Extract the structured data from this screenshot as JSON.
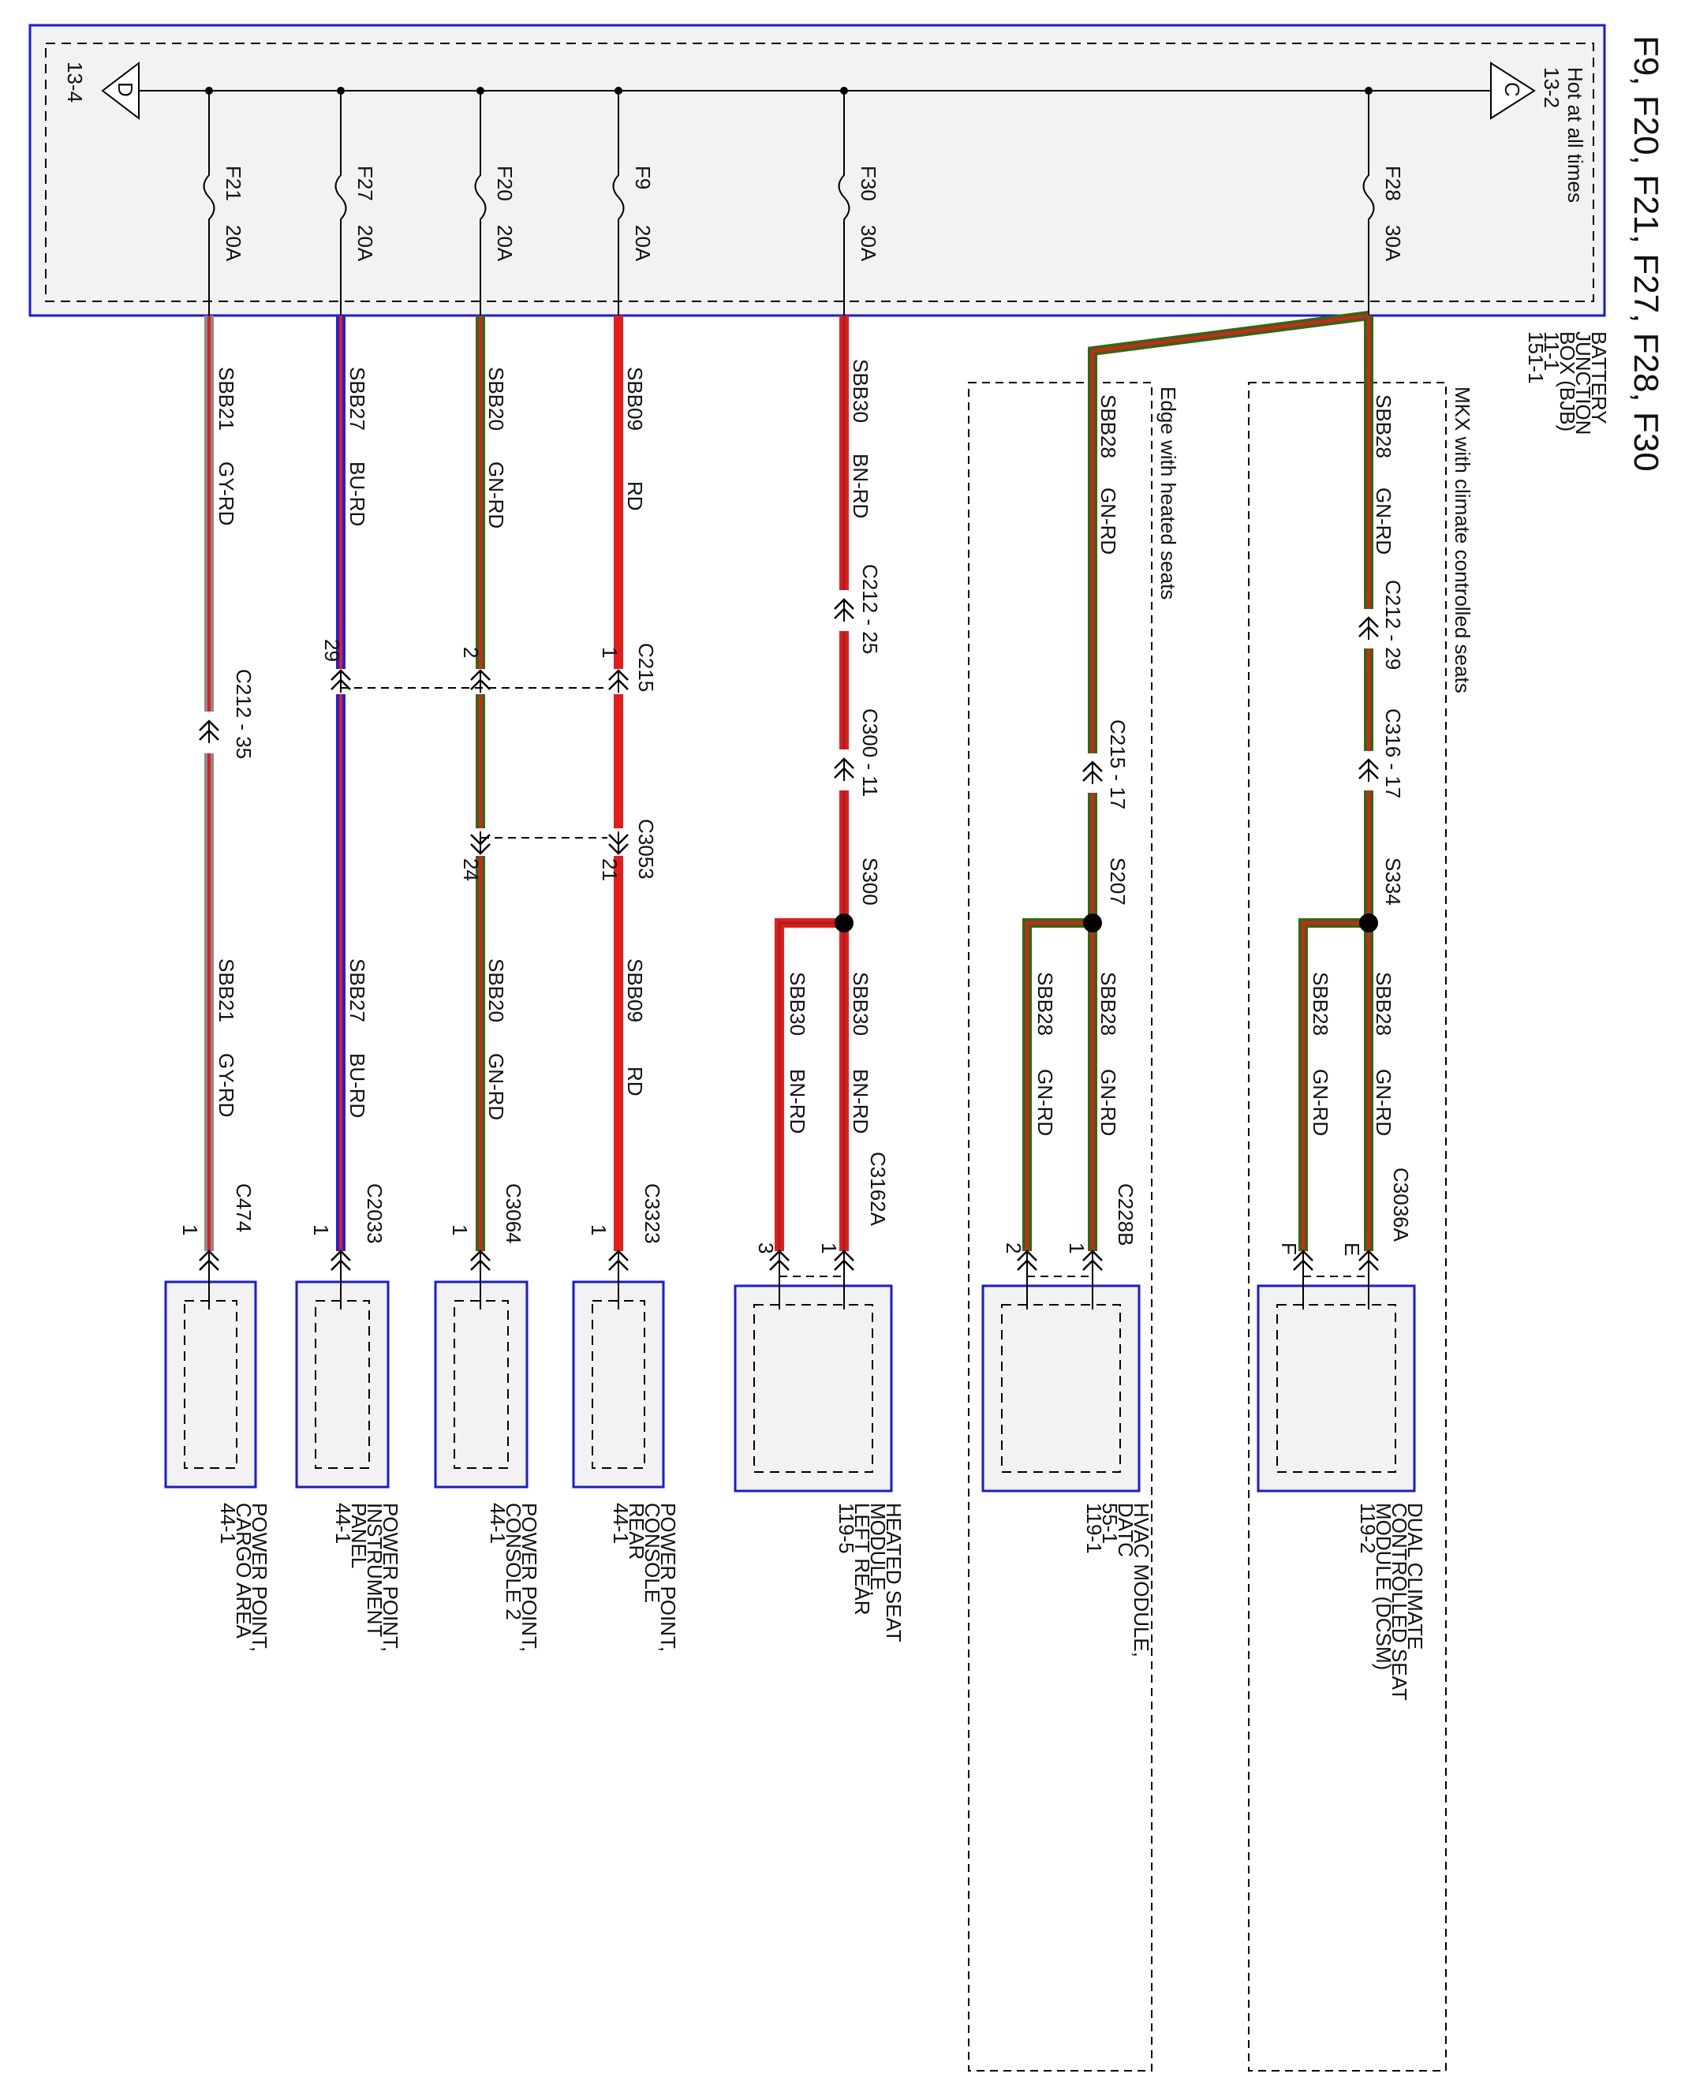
{
  "title": "F9, F20, F21, F27, F28, F30",
  "bjb": {
    "name": [
      "BATTERY",
      "JUNCTION",
      "BOX (BJB)",
      "11-1",
      "151-1"
    ],
    "hot_label": "Hot at all times",
    "ref_c": "13-2",
    "ref_d": "13-4",
    "letter_c": "C",
    "letter_d": "D"
  },
  "colors": {
    "frame": "#1a1adc",
    "red": "#e51c1c",
    "green": "#2e6b12",
    "gray": "#8a8a8a",
    "blue": "#2020e0"
  },
  "fuses": [
    {
      "id": "F21",
      "rating": "20A"
    },
    {
      "id": "F27",
      "rating": "20A"
    },
    {
      "id": "F20",
      "rating": "20A"
    },
    {
      "id": "F9",
      "rating": "20A"
    },
    {
      "id": "F30",
      "rating": "30A"
    },
    {
      "id": "F28",
      "rating": "30A"
    }
  ],
  "wires": {
    "f21_top": [
      "SBB21",
      "GY-RD"
    ],
    "f21_bot": [
      "SBB21",
      "GY-RD"
    ],
    "f27_top": [
      "SBB27",
      "BU-RD"
    ],
    "f27_bot": [
      "SBB27",
      "BU-RD"
    ],
    "f20_top": [
      "SBB20",
      "GN-RD"
    ],
    "f20_bot": [
      "SBB20",
      "GN-RD"
    ],
    "f9_top": [
      "SBB09",
      "RD"
    ],
    "f9_bot": [
      "SBB09",
      "RD"
    ],
    "f30_top": [
      "SBB30",
      "BN-RD"
    ],
    "f30_bot1": [
      "SBB30",
      "BN-RD"
    ],
    "f30_bot2": [
      "SBB30",
      "BN-RD"
    ],
    "edge_top": [
      "SBB28",
      "GN-RD"
    ],
    "edge_bot1": [
      "SBB28",
      "GN-RD"
    ],
    "edge_bot2": [
      "SBB28",
      "GN-RD"
    ],
    "mkx_top": [
      "SBB28",
      "GN-RD"
    ],
    "mkx_bot1": [
      "SBB28",
      "GN-RD"
    ],
    "mkx_bot2": [
      "SBB28",
      "GN-RD"
    ]
  },
  "connectors": {
    "c212_35": "C212 - 35",
    "c215": "C215",
    "c3053": "C3053",
    "c212_25": "C212 - 25",
    "c300_11": "C300 - 11",
    "c215_17": "C215 - 17",
    "c212_29": "C212 - 29",
    "c316_17": "C316 - 17",
    "c474": "C474",
    "c2033": "C2033",
    "c3064": "C3064",
    "c3323": "C3323",
    "c3162a": "C3162A",
    "c228b": "C228B",
    "c3036a": "C3036A"
  },
  "pins": {
    "p29": "29",
    "p2": "2",
    "p1": "1",
    "p24": "24",
    "p21": "21",
    "c474_p": "1",
    "c2033_p": "1",
    "c3064_p": "1",
    "c3323_p": "1",
    "c3162_p1": "1",
    "c3162_p3": "3",
    "c228_p1": "1",
    "c228_p2": "2",
    "c3036_pe": "E",
    "c3036_pf": "F"
  },
  "splices": [
    "S300",
    "S207",
    "S334"
  ],
  "options": {
    "edge": "Edge with heated seats",
    "mkx": "MKX with climate controlled seats"
  },
  "components": [
    {
      "lines": [
        "POWER POINT,",
        "CARGO AREA",
        "44-1"
      ]
    },
    {
      "lines": [
        "POWER POINT,",
        "INSTRUMENT",
        "PANEL",
        "44-1"
      ]
    },
    {
      "lines": [
        "POWER POINT,",
        "CONSOLE 2",
        "44-1"
      ]
    },
    {
      "lines": [
        "POWER POINT,",
        "CONSOLE",
        "REAR",
        "44-1"
      ]
    },
    {
      "lines": [
        "HEATED SEAT",
        "MODULE,",
        "LEFT REAR",
        "119-5"
      ]
    },
    {
      "lines": [
        "HVAC MODULE,",
        "DATC",
        "55-1",
        "119-1"
      ]
    },
    {
      "lines": [
        "DUAL CLIMATE",
        "CONTROLLED SEAT",
        "MODULE (DCSM)",
        "119-2"
      ]
    }
  ]
}
